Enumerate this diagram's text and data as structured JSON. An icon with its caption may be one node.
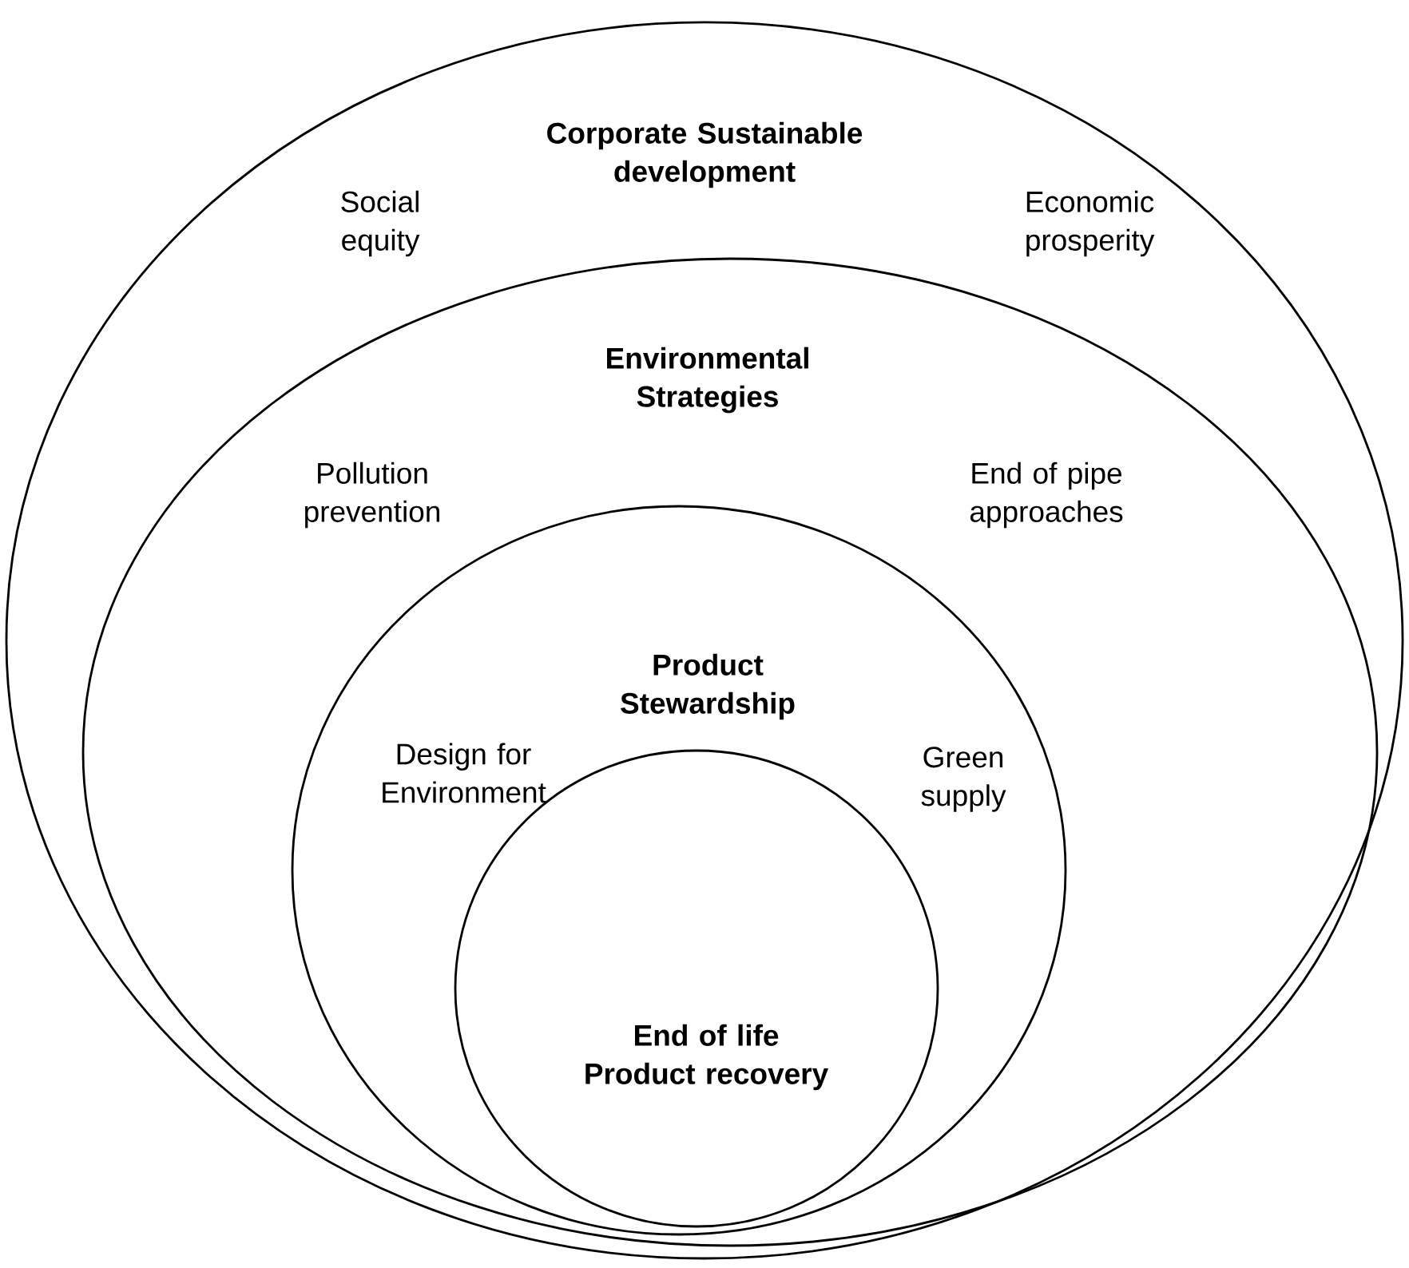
{
  "diagram": {
    "nodes": [
      {
        "text": [
          "Corporate Sustainable development",
          "Social equity",
          "Economic prosperity"
        ]
      },
      {
        "text": [
          "Environmental Strategies",
          "Pollution prevention",
          "End of pipe approaches"
        ],
        "in": 0
      },
      {
        "text": [
          "Product Stewardship",
          "Design for Environment",
          "Green supply"
        ],
        "in": 1
      },
      {
        "text": [
          "End of life Product recovery"
        ],
        "in": 2
      }
    ]
  }
}
